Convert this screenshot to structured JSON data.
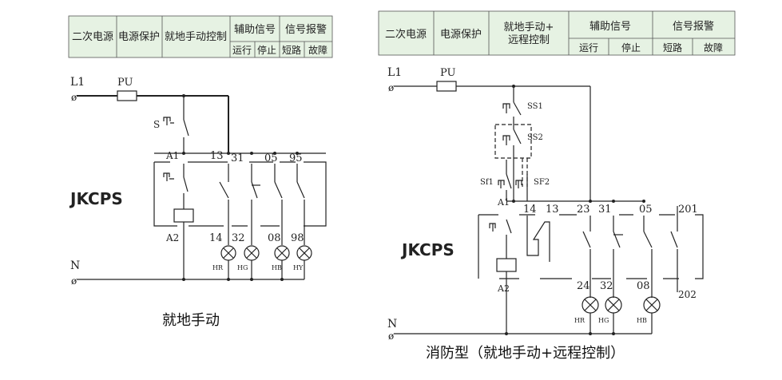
{
  "left": {
    "table": {
      "col1": "二次电源",
      "col2": "电源保护",
      "col3": "就地手动控制",
      "aux": "辅助信号",
      "alarm": "信号报警",
      "run": "运行",
      "stop": "停止",
      "short": "短路",
      "fault": "故障"
    },
    "labels": {
      "l1": "L1",
      "pu": "PU",
      "s": "S",
      "a1": "A1",
      "a2": "A2",
      "n": "N",
      "t13": "13",
      "t31": "31",
      "t05": "05",
      "t95": "95",
      "t14": "14",
      "t32": "32",
      "t08": "08",
      "t98": "98",
      "hr": "HR",
      "hg": "HG",
      "hb": "HB",
      "hy": "HY"
    },
    "model": "JKCPS",
    "caption": "就地手动"
  },
  "right": {
    "table": {
      "col1": "二次电源",
      "col2": "电源保护",
      "col3a": "就地手动+",
      "col3b": "远程控制",
      "aux": "辅助信号",
      "alarm": "信号报警",
      "run": "运行",
      "stop": "停止",
      "short": "短路",
      "fault": "故障"
    },
    "labels": {
      "l1": "L1",
      "pu": "PU",
      "ss1": "SS1",
      "ss2": "SS2",
      "sf1": "Sf1",
      "sf2": "SF2",
      "a1": "A1",
      "a2": "A2",
      "n": "N",
      "t14": "14",
      "t13": "13",
      "t23": "23",
      "t31": "31",
      "t05": "05",
      "t201": "201",
      "t24": "24",
      "t32": "32",
      "t08": "08",
      "t202": "202",
      "hr": "HR",
      "hg": "HG",
      "hb": "HB"
    },
    "model": "JKCPS",
    "caption": "消防型（就地手动+远程控制）"
  }
}
